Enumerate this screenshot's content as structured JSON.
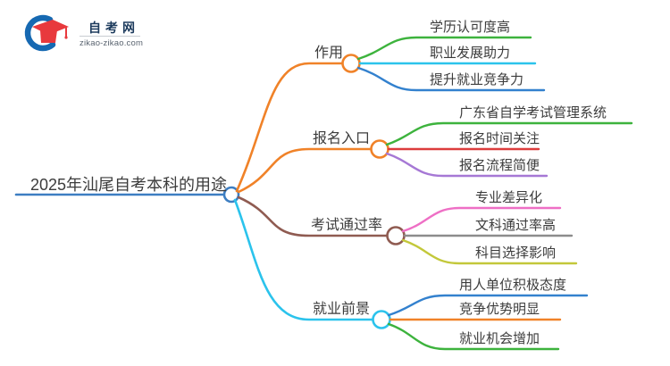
{
  "logo": {
    "site_name": "自考网",
    "site_url": "zikao-zikao.com",
    "ring_color": "#1669B2",
    "cap_color": "#E8393D"
  },
  "mindmap": {
    "root": {
      "label": "2025年汕尾自考本科的用途",
      "color": "#3D7EC2"
    },
    "branches": [
      {
        "label": "作用",
        "color": "#F08228",
        "children": [
          {
            "label": "学历认可度高",
            "color": "#3DB33D"
          },
          {
            "label": "职业发展助力",
            "color": "#2BC3EC"
          },
          {
            "label": "提升就业竞争力",
            "color": "#3381CE"
          }
        ]
      },
      {
        "label": "报名入口",
        "color": "#F08228",
        "children": [
          {
            "label": "广东省自学考试管理系统",
            "color": "#3DB33D"
          },
          {
            "label": "报名时间关注",
            "color": "#DC3C3C"
          },
          {
            "label": "报名流程简便",
            "color": "#A678D5"
          }
        ]
      },
      {
        "label": "考试通过率",
        "color": "#8F5B51",
        "children": [
          {
            "label": "专业差异化",
            "color": "#EE6FC5"
          },
          {
            "label": "文科通过率高",
            "color": "#8C8C8C"
          },
          {
            "label": "科目选择影响",
            "color": "#C3C83A"
          }
        ]
      },
      {
        "label": "就业前景",
        "color": "#2BC3EC",
        "children": [
          {
            "label": "用人单位积极态度",
            "color": "#3381CE"
          },
          {
            "label": "竞争优势明显",
            "color": "#F08228"
          },
          {
            "label": "就业机会增加",
            "color": "#3DB33D"
          }
        ]
      }
    ]
  }
}
